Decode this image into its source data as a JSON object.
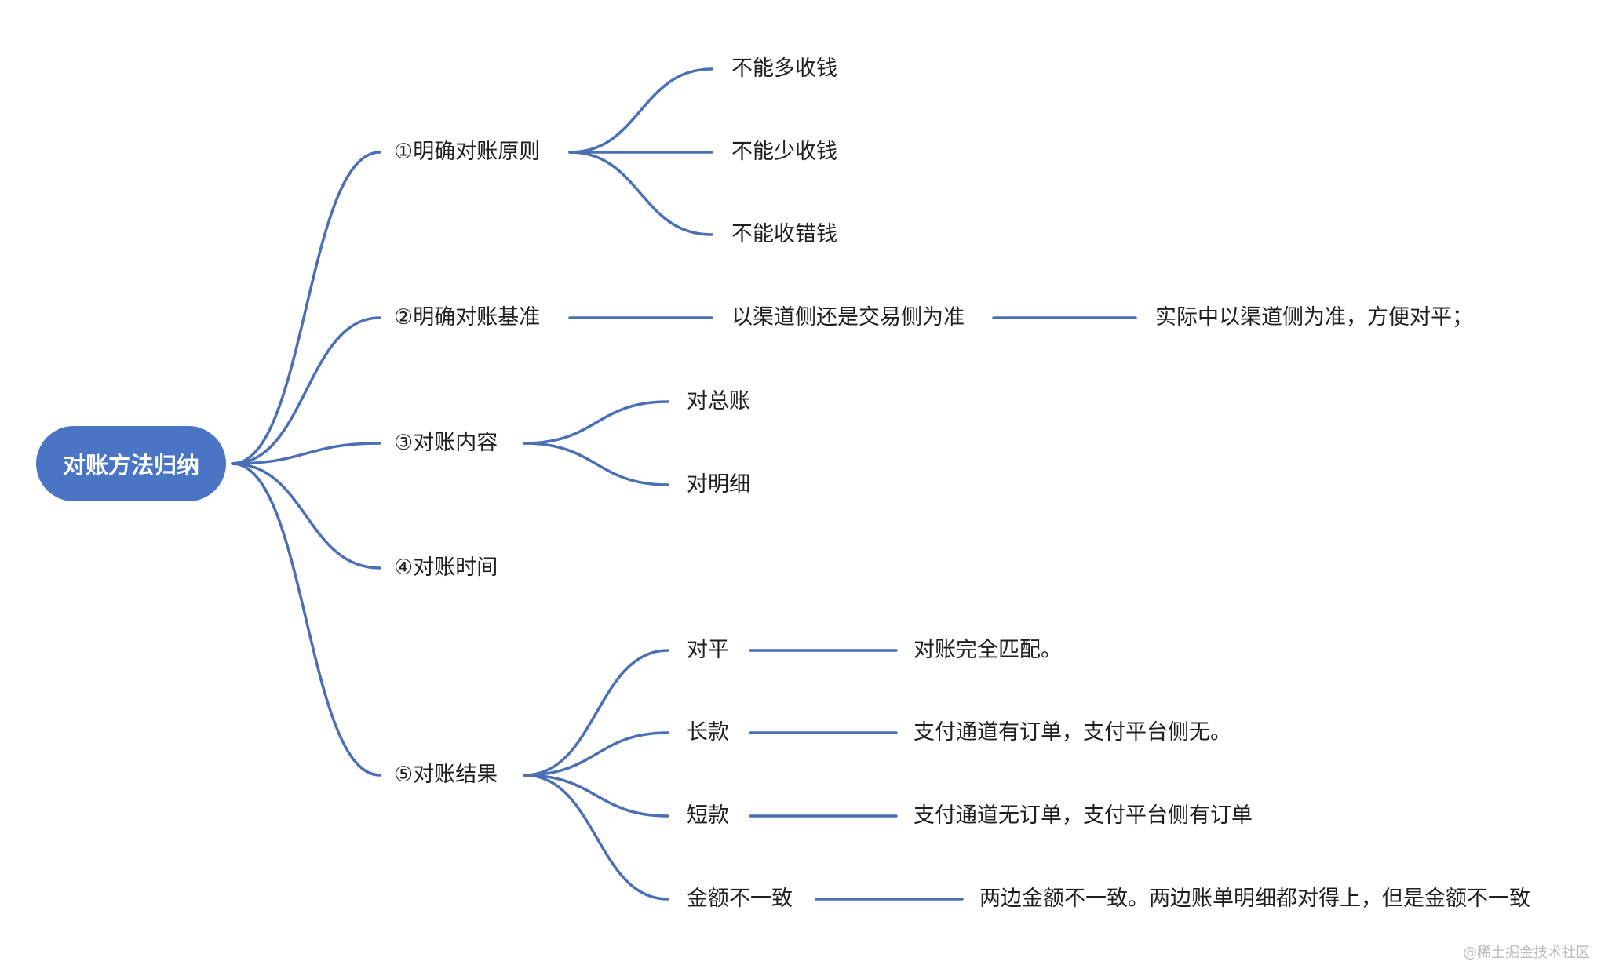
{
  "root": "对账方法归纳",
  "branches": [
    {
      "label": "①明确对账原则",
      "children": [
        {
          "label": "不能多收钱"
        },
        {
          "label": "不能少收钱"
        },
        {
          "label": "不能收错钱"
        }
      ]
    },
    {
      "label": "②明确对账基准",
      "children": [
        {
          "label": "以渠道侧还是交易侧为准",
          "children": [
            {
              "label": "实际中以渠道侧为准，方便对平；"
            }
          ]
        }
      ]
    },
    {
      "label": "③对账内容",
      "children": [
        {
          "label": "对总账"
        },
        {
          "label": "对明细"
        }
      ]
    },
    {
      "label": "④对账时间",
      "children": []
    },
    {
      "label": "⑤对账结果",
      "children": [
        {
          "label": "对平",
          "children": [
            {
              "label": "对账完全匹配。"
            }
          ]
        },
        {
          "label": "长款",
          "children": [
            {
              "label": "支付通道有订单，支付平台侧无。"
            }
          ]
        },
        {
          "label": "短款",
          "children": [
            {
              "label": "支付通道无订单，支付平台侧有订单"
            }
          ]
        },
        {
          "label": "金额不一致",
          "children": [
            {
              "label": "两边金额不一致。两边账单明细都对得上，但是金额不一致"
            }
          ]
        }
      ]
    }
  ],
  "watermark": "@稀土掘金技术社区",
  "colors": {
    "root_fill": "#4a74c4",
    "edge": "#4a6fb5",
    "text": "#1f1f1f"
  }
}
